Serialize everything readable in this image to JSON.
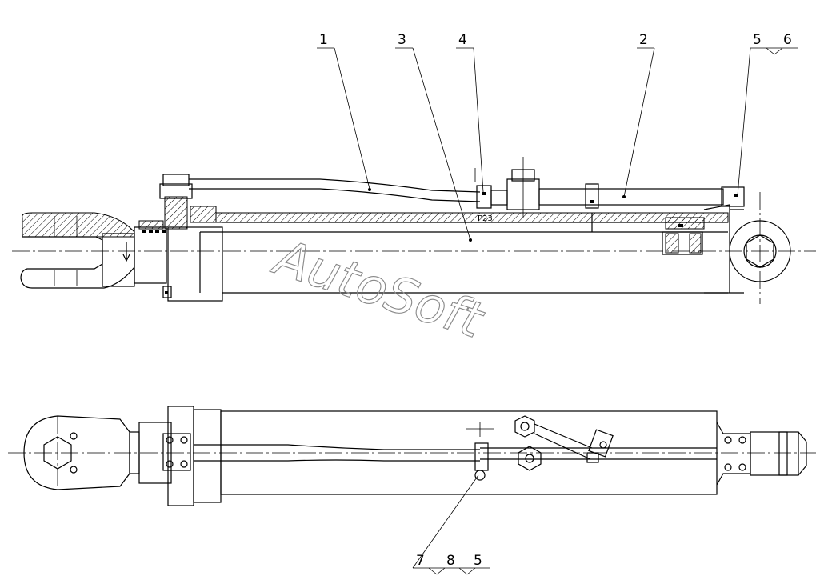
{
  "callouts_top": [
    "1",
    "3",
    "4",
    "2",
    "5",
    "6"
  ],
  "callouts_bottom": [
    "7",
    "8",
    "5"
  ],
  "small_label": "P23",
  "watermark": "AutoSoft"
}
